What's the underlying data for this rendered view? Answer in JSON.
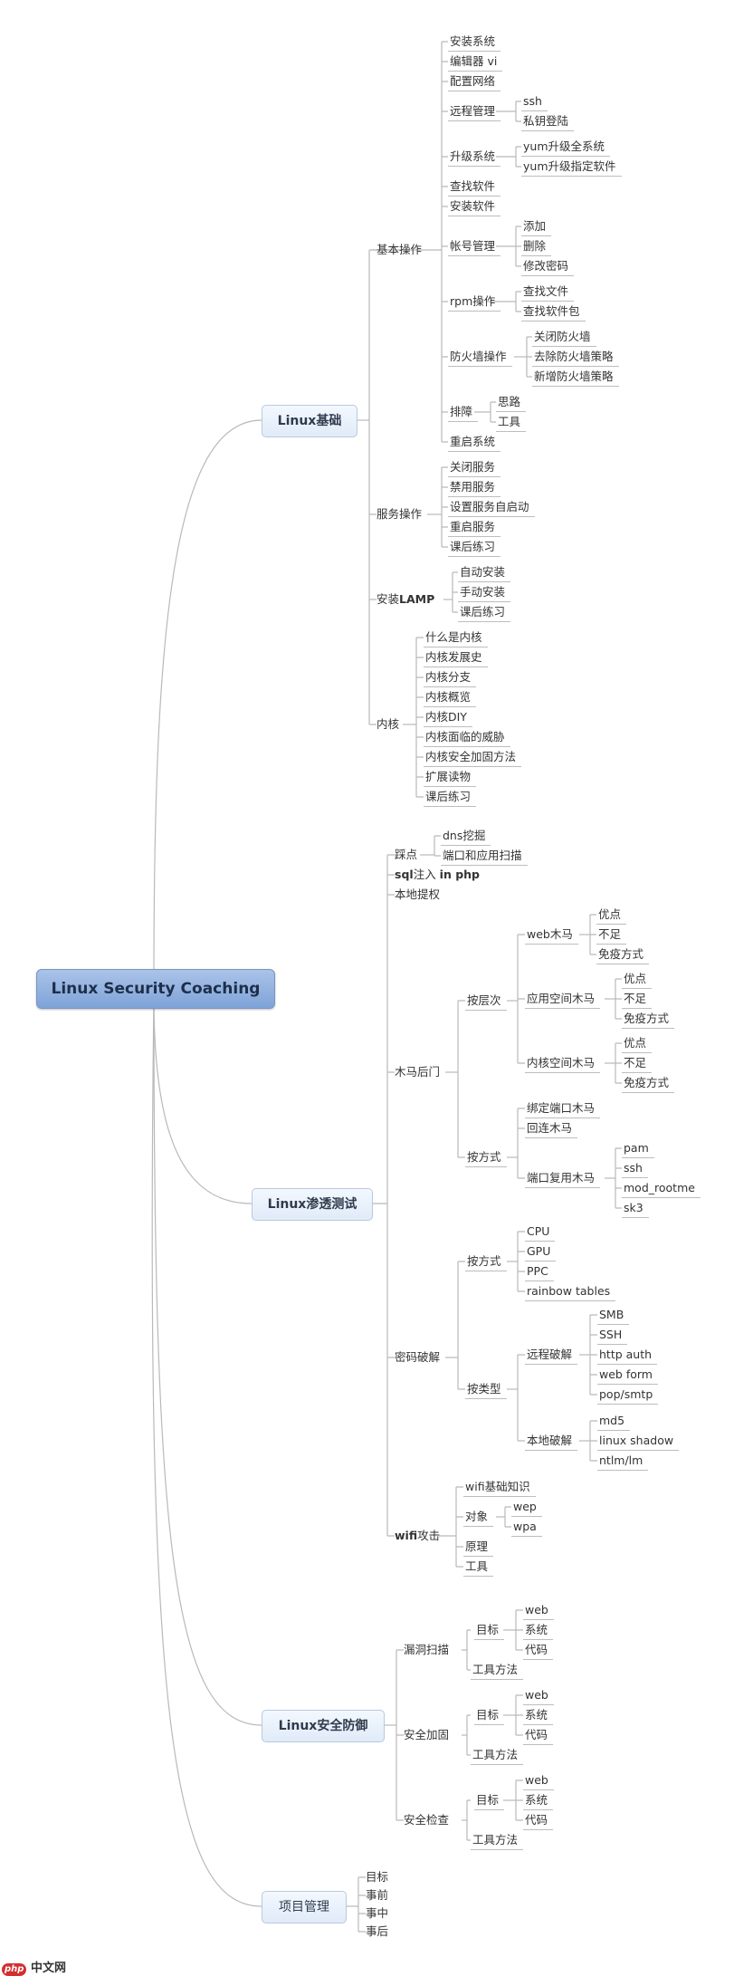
{
  "root": "Linux Security Coaching",
  "watermark": {
    "badge": "php",
    "text": "中文网"
  },
  "branches": {
    "basic": {
      "title": "Linux基础",
      "ops": {
        "title": "基本操作",
        "install_sys": "安装系统",
        "editor": "编辑器 vi",
        "network": "配置网络",
        "remote": "远程管理",
        "remote_ssh": "ssh",
        "remote_key": "私钥登陆",
        "upgrade": "升级系统",
        "upgrade_all": "yum升级全系统",
        "upgrade_one": "yum升级指定软件",
        "find_sw": "查找软件",
        "install_sw": "安装软件",
        "account": "帐号管理",
        "acc_add": "添加",
        "acc_del": "删除",
        "acc_pwd": "修改密码",
        "rpm": "rpm操作",
        "rpm_file": "查找文件",
        "rpm_pkg": "查找软件包",
        "fw": "防火墙操作",
        "fw_off": "关闭防火墙",
        "fw_rm": "去除防火墙策略",
        "fw_add": "新增防火墙策略",
        "trouble": "排障",
        "tr_idea": "思路",
        "tr_tool": "工具",
        "reboot": "重启系统"
      },
      "svc": {
        "title": "服务操作",
        "stop": "关闭服务",
        "disable": "禁用服务",
        "autostart": "设置服务自启动",
        "restart": "重启服务",
        "exercise": "课后练习"
      },
      "lamp": {
        "title_a": "安装",
        "title_b": "LAMP",
        "auto": "自动安装",
        "manual": "手动安装",
        "exercise": "课后练习"
      },
      "kernel": {
        "title": "内核",
        "what": "什么是内核",
        "history": "内核发展史",
        "branches": "内核分支",
        "overview": "内核概览",
        "diy": "内核DIY",
        "threats": "内核面临的威胁",
        "hardening": "内核安全加固方法",
        "reading": "扩展读物",
        "exercise": "课后练习"
      }
    },
    "pentest": {
      "title": "Linux渗透测试",
      "recon": {
        "title": "踩点",
        "dns": "dns挖掘",
        "scan": "端口和应用扫描"
      },
      "sqli": {
        "a": "sql",
        "b": "注入 ",
        "c": "in php"
      },
      "privesc": "本地提权",
      "trojan": {
        "title": "木马后门",
        "by_layer": "按层次",
        "web": "web木马",
        "app": "应用空间木马",
        "kernel": "内核空间木马",
        "pro": "优点",
        "con": "不足",
        "immune": "免疫方式",
        "by_method": "按方式",
        "bind": "绑定端口木马",
        "reverse": "回连木马",
        "reuse": "端口复用木马",
        "pam": "pam",
        "ssh": "ssh",
        "mod_rootme": "mod_rootme",
        "sk3": "sk3"
      },
      "crack": {
        "title": "密码破解",
        "by_method": "按方式",
        "cpu": "CPU",
        "gpu": "GPU",
        "ppc": "PPC",
        "rainbow": "rainbow tables",
        "by_type": "按类型",
        "remote": "远程破解",
        "smb": "SMB",
        "ssh": "SSH",
        "http": "http auth",
        "webform": "web form",
        "pop": "pop/smtp",
        "local": "本地破解",
        "md5": "md5",
        "shadow": "linux shadow",
        "ntlm": "ntlm/lm"
      },
      "wifi": {
        "title_a": "wifi",
        "title_b": "攻击",
        "basics": "wifi基础知识",
        "target": "对象",
        "wep": "wep",
        "wpa": "wpa",
        "principle": "原理",
        "tools": "工具"
      }
    },
    "defense": {
      "title": "Linux安全防御",
      "vuln": {
        "title": "漏洞扫描"
      },
      "harden": {
        "title": "安全加固"
      },
      "audit": {
        "title": "安全检查"
      },
      "target": "目标",
      "web": "web",
      "system": "系统",
      "code": "代码",
      "tools": "工具方法"
    },
    "pm": {
      "title": "项目管理",
      "goal": "目标",
      "before": "事前",
      "during": "事中",
      "after": "事后"
    }
  }
}
